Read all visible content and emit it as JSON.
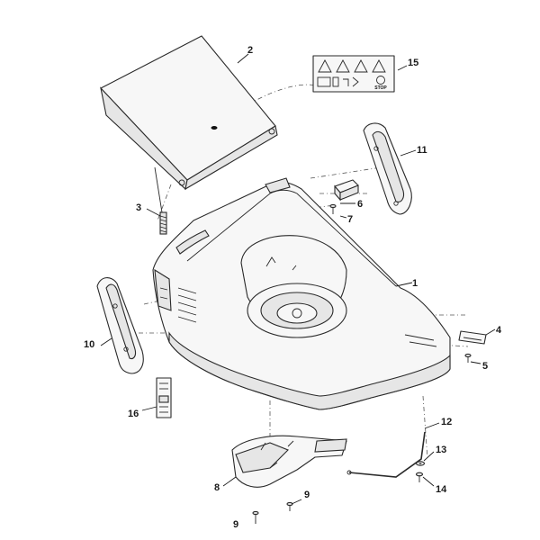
{
  "diagram": {
    "callouts": [
      {
        "id": "c1",
        "label": "1"
      },
      {
        "id": "c2",
        "label": "2"
      },
      {
        "id": "c3",
        "label": "3"
      },
      {
        "id": "c4",
        "label": "4"
      },
      {
        "id": "c5",
        "label": "5"
      },
      {
        "id": "c6",
        "label": "6"
      },
      {
        "id": "c7",
        "label": "7"
      },
      {
        "id": "c8",
        "label": "8"
      },
      {
        "id": "c9a",
        "label": "9"
      },
      {
        "id": "c9b",
        "label": "9"
      },
      {
        "id": "c10",
        "label": "10"
      },
      {
        "id": "c11",
        "label": "11"
      },
      {
        "id": "c12",
        "label": "12"
      },
      {
        "id": "c13",
        "label": "13"
      },
      {
        "id": "c14",
        "label": "14"
      },
      {
        "id": "c15",
        "label": "15"
      },
      {
        "id": "c16",
        "label": "16"
      }
    ],
    "decal_stop_text": "STOP"
  }
}
